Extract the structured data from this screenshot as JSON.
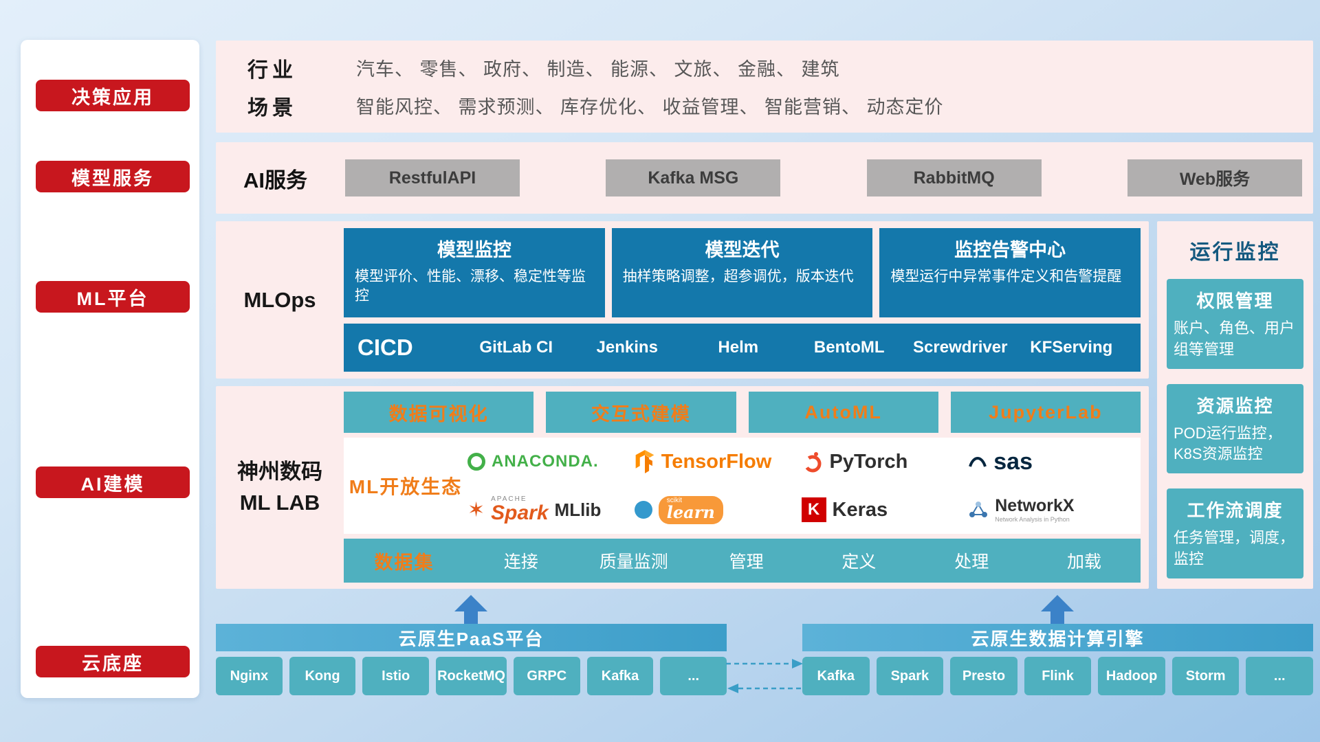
{
  "sidebar": {
    "items": [
      "决策应用",
      "模型服务",
      "ML平台",
      "AI建模",
      "云底座"
    ]
  },
  "top_band": {
    "rows": [
      {
        "label": "行业",
        "text": "汽车、 零售、 政府、 制造、 能源、 文旅、 金融、 建筑"
      },
      {
        "label": "场景",
        "text": "智能风控、 需求预测、 库存优化、 收益管理、 智能营销、 动态定价"
      }
    ]
  },
  "ai_service": {
    "label": "AI服务",
    "buttons": [
      "RestfulAPI",
      "Kafka MSG",
      "RabbitMQ",
      "Web服务"
    ]
  },
  "mlops": {
    "label": "MLOps",
    "cards": [
      {
        "title": "模型监控",
        "desc": "模型评价、性能、漂移、稳定性等监控"
      },
      {
        "title": "模型迭代",
        "desc": "抽样策略调整，超参调优，版本迭代"
      },
      {
        "title": "监控告警中心",
        "desc": "模型运行中异常事件定义和告警提醒"
      }
    ],
    "cicd_label": "CICD",
    "cicd_items": [
      "GitLab CI",
      "Jenkins",
      "Helm",
      "BentoML",
      "Screwdriver",
      "KFServing"
    ]
  },
  "mllab": {
    "label_lines": [
      "神州数码",
      "ML LAB"
    ],
    "tools": [
      "数据可视化",
      "交互式建模",
      "AutoML",
      "JupyterLab"
    ],
    "eco_label": "ML开放生态",
    "logos": {
      "anaconda": "ANACONDA.",
      "tensorflow": "TensorFlow",
      "pytorch": "PyTorch",
      "sas": "sas",
      "spark_top": "APACHE",
      "spark": "Spark",
      "spark_suffix": "MLlib",
      "sklearn_top": "scikit",
      "sklearn": "learn",
      "keras_badge": "K",
      "keras": "Keras",
      "networkx": "NetworkX",
      "networkx_caption": "Network Analysis in Python"
    },
    "dataset_label": "数据集",
    "dataset_items": [
      "连接",
      "质量监测",
      "管理",
      "定义",
      "处理",
      "加载"
    ]
  },
  "monitor": {
    "title": "运行监控",
    "cards": [
      {
        "title": "权限管理",
        "desc": "账户、角色、用户组等管理"
      },
      {
        "title": "资源监控",
        "desc": "POD运行监控，K8S资源监控"
      },
      {
        "title": "工作流调度",
        "desc": "任务管理，调度，监控"
      }
    ]
  },
  "infra": {
    "paas_title": "云原生PaaS平台",
    "paas_items": [
      "Nginx",
      "Kong",
      "Istio",
      "RocketMQ",
      "GRPC",
      "Kafka",
      "..."
    ],
    "engine_title": "云原生数据计算引擎",
    "engine_items": [
      "Kafka",
      "Spark",
      "Presto",
      "Flink",
      "Hadoop",
      "Storm",
      "..."
    ]
  },
  "colors": {
    "accent_red": "#c8171e",
    "deep_blue": "#1478ab",
    "teal": "#4fb0bf",
    "orange": "#f07d1a",
    "bar_blue": "#3d9ec9",
    "pink_panel": "#fcecec"
  }
}
